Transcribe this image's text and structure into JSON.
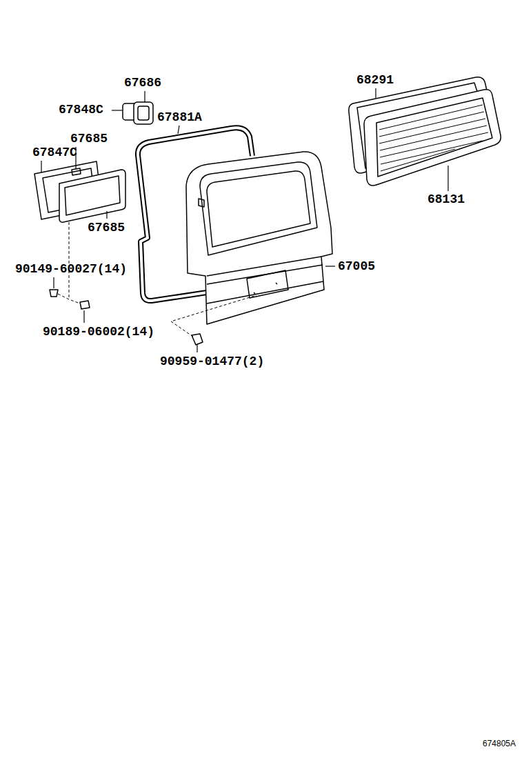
{
  "diagram": {
    "labels": [
      "67686",
      "67848C",
      "67881A",
      "67685",
      "67847C",
      "67685",
      "68291",
      "68131",
      "67005",
      "90149-60027(14)",
      "90189-06002(14)",
      "90959-01477(2)",
      "674805A"
    ]
  }
}
